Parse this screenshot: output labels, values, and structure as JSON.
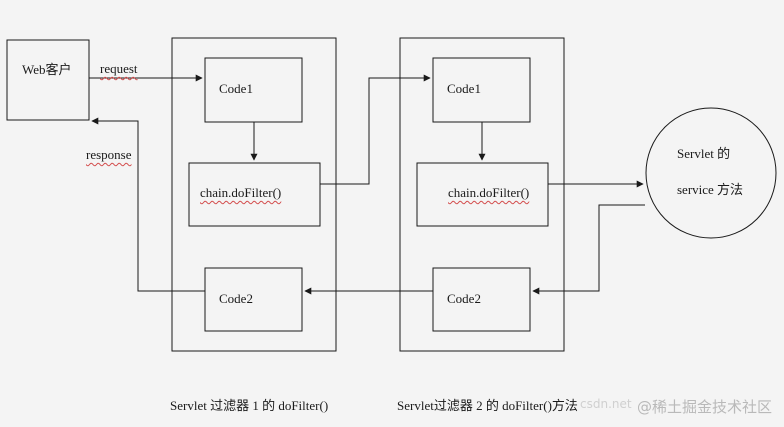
{
  "client": {
    "label": "Web客户"
  },
  "edges": {
    "request": "request",
    "response": "response"
  },
  "filter1": {
    "code1": "Code1",
    "chain": "chain.doFilter()",
    "code2": "Code2",
    "caption": "Servlet 过滤器 1 的 doFilter()"
  },
  "filter2": {
    "code1": "Code1",
    "chain": "chain.doFilter()",
    "code2": "Code2",
    "caption": "Servlet过滤器 2 的 doFilter()方法"
  },
  "servlet": {
    "line1": "Servlet 的",
    "line2": "service 方法"
  },
  "watermark": {
    "text": "@稀土掘金技术社区",
    "faint": "csdn.net"
  }
}
